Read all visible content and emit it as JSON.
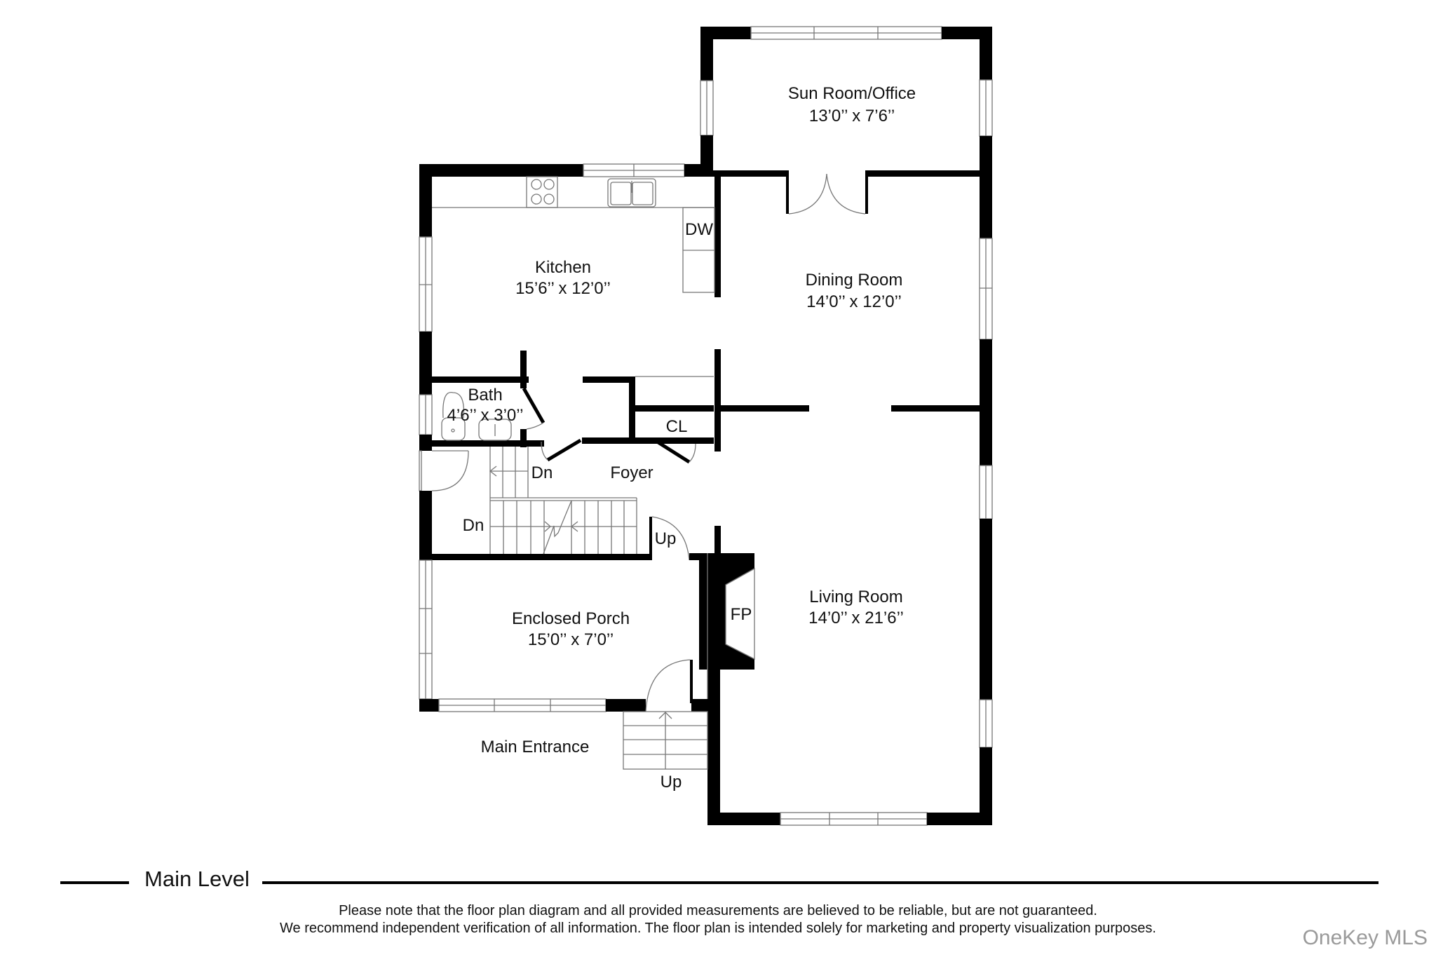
{
  "plan": {
    "level": "Main Level",
    "rooms": [
      {
        "name": "Sun Room/Office",
        "dims": "13’0’’ x 7’6’’"
      },
      {
        "name": "Kitchen",
        "dims": "15’6’’ x 12’0’’"
      },
      {
        "name": "Dining Room",
        "dims": "14’0’’ x 12’0’’"
      },
      {
        "name": "Bath",
        "dims": "4’6’’ x 3’0’’"
      },
      {
        "name": "Living Room",
        "dims": "14’0’’ x 21’6’’"
      },
      {
        "name": "Enclosed Porch",
        "dims": "15’0’’ x 7’0’’"
      }
    ],
    "labels": {
      "dw": "DW",
      "cl": "CL",
      "foyer": "Foyer",
      "dn1": "Dn",
      "dn2": "Dn",
      "up1": "Up",
      "up2": "Up",
      "fp": "FP",
      "main_entrance": "Main Entrance"
    }
  },
  "footer": {
    "disclaimer_line1": "Please note that the floor plan diagram and all provided measurements are believed to be reliable, but are not guaranteed.",
    "disclaimer_line2": "We recommend independent verification of all information. The floor plan is intended solely for marketing and property visualization purposes.",
    "watermark": "OneKey MLS"
  }
}
